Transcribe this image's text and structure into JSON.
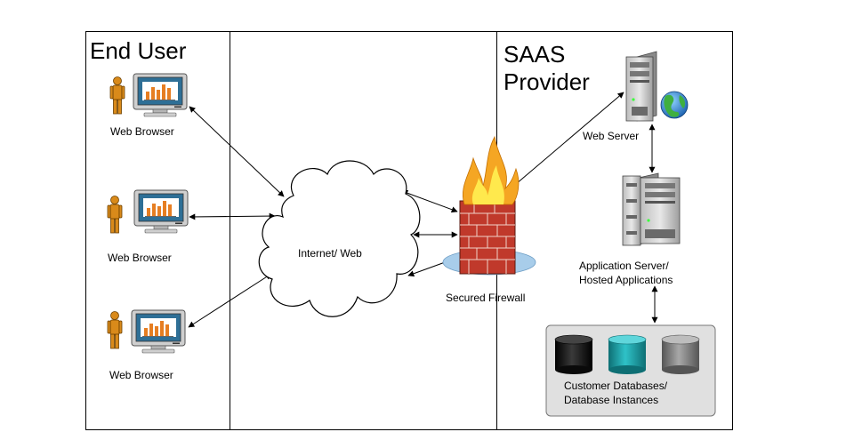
{
  "sections": {
    "end_user": "End User",
    "provider_line1": "SAAS",
    "provider_line2": "Provider"
  },
  "labels": {
    "browser_1": "Web Browser",
    "browser_2": "Web Browser",
    "browser_3": "Web Browser",
    "internet": "Internet/ Web",
    "firewall": "Secured Firewall",
    "web_server": "Web Server",
    "app_server_line1": "Application Server/",
    "app_server_line2": "Hosted Applications",
    "databases_line1": "Customer Databases/",
    "databases_line2": "Database Instances"
  },
  "colors": {
    "person": "#d98a1a",
    "monitor_screen": "#2e6f96",
    "monitor_frame": "#cfcfcf",
    "cloud_fill": "#ffffff",
    "brick": "#c0392b",
    "flame_outer": "#f5a623",
    "flame_inner": "#ffe94d",
    "db_black": "#1a1a1a",
    "db_teal": "#1a9aa0",
    "db_gray": "#808080",
    "db_panel": "#e0e0e0"
  },
  "icons": {
    "person": "person-icon",
    "monitor": "monitor-icon",
    "cloud": "cloud-icon",
    "firewall": "firewall-icon",
    "server": "server-icon",
    "globe": "globe-icon",
    "database": "database-icon"
  }
}
